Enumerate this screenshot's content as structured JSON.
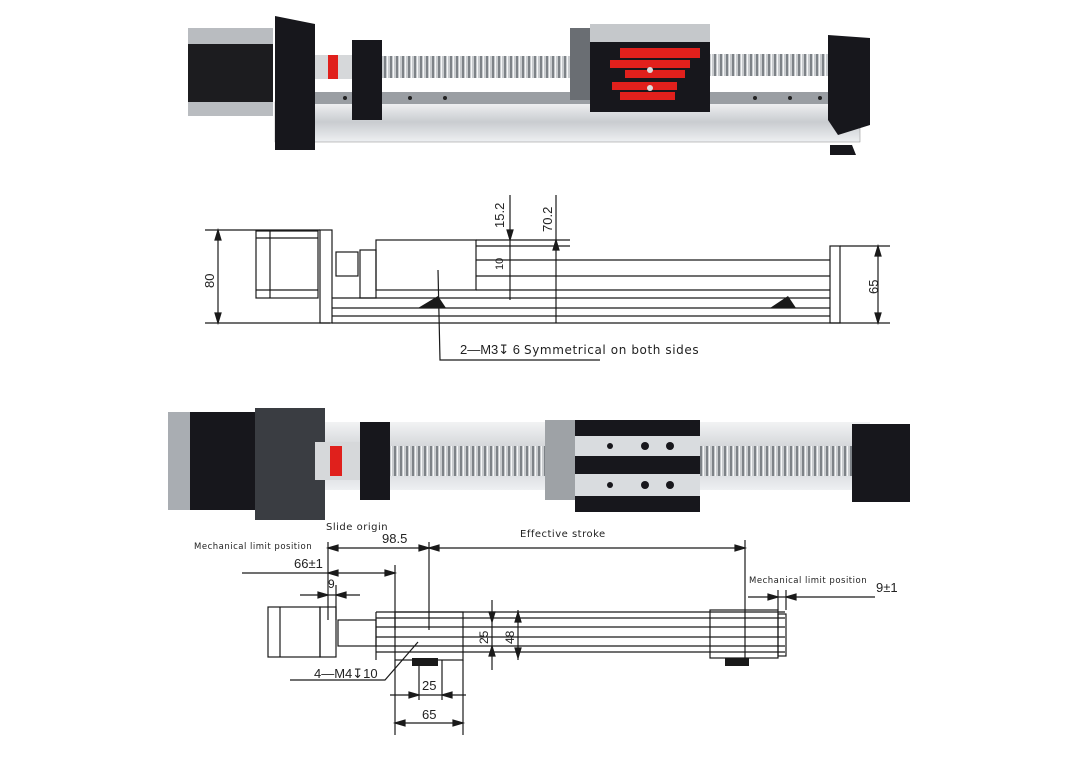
{
  "photo_top": {
    "description": "Ball-screw linear slide with NEMA stepper motor, red/black carriage"
  },
  "side_view": {
    "dims": {
      "height_motor": "80",
      "height_end": "65",
      "carriage_top": "15.2",
      "total_height": "70.2",
      "slot": "10"
    },
    "callout": "2—M3↧ 6",
    "callout_text": "Symmetrical on both sides"
  },
  "photo_bottom": {
    "description": "Top view photo of slide with black carriage and jaw coupling"
  },
  "top_view": {
    "labels": {
      "slide_origin": "Slide origin",
      "mech_limit_left": "Mechanical limit position",
      "effective_stroke": "Effective stroke",
      "mech_limit_right": "Mechanical limit position"
    },
    "dims": {
      "origin_offset": "98.5",
      "limit_left": "66±1",
      "gap": "9",
      "limit_right": "9±1",
      "hole_spacing_y": "25",
      "width": "48",
      "hole_spacing_x": "25",
      "carriage_length": "65"
    },
    "callout": "4—M4↧10"
  },
  "colors": {
    "line": "#1a1a1a",
    "carriage_red": "#e0201c",
    "anodized_black": "#15151a",
    "aluminum": "#d9dcdf"
  }
}
